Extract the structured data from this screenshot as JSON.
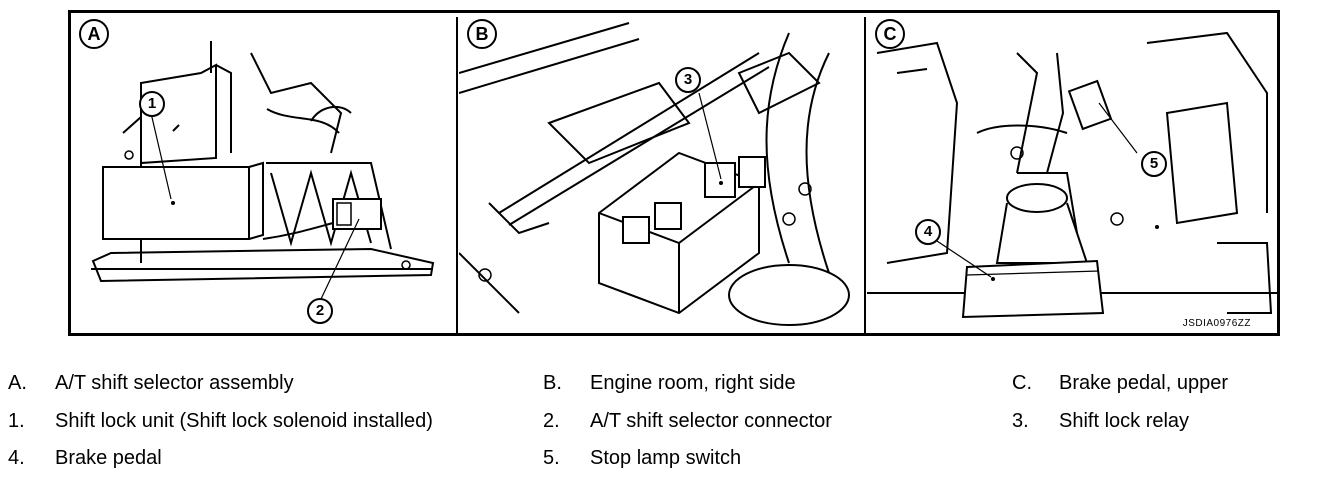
{
  "figure": {
    "panels": [
      {
        "id": "A",
        "label": "A"
      },
      {
        "id": "B",
        "label": "B"
      },
      {
        "id": "C",
        "label": "C"
      }
    ],
    "callouts": [
      "1",
      "2",
      "3",
      "4",
      "5"
    ],
    "figure_code": "JSDIA0976ZZ"
  },
  "legend": [
    {
      "key": "A.",
      "text": "A/T shift selector assembly"
    },
    {
      "key": "B.",
      "text": "Engine room, right side"
    },
    {
      "key": "C.",
      "text": "Brake pedal, upper"
    },
    {
      "key": "1.",
      "text": "Shift lock unit (Shift lock solenoid installed)"
    },
    {
      "key": "2.",
      "text": "A/T shift selector connector"
    },
    {
      "key": "3.",
      "text": "Shift lock relay"
    },
    {
      "key": "4.",
      "text": "Brake pedal"
    },
    {
      "key": "5.",
      "text": "Stop lamp switch"
    }
  ]
}
